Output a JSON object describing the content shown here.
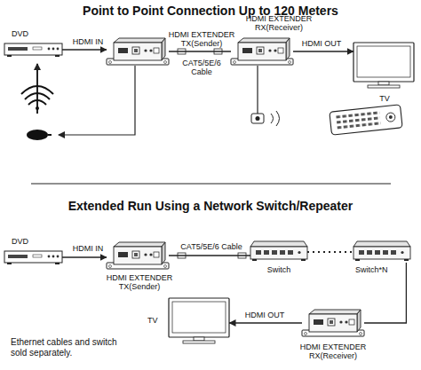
{
  "diagram": {
    "title": "Point to Point Connection Up to 120 Meters",
    "nodes": [
      {
        "text": [
          "DVD"
        ]
      },
      {
        "text": [
          "HDMI EXTENDER TX(Sender)"
        ]
      },
      {
        "text": [
          "HDMI EXTENDER RX(Receiver)"
        ]
      },
      {
        "text": [
          "TV"
        ]
      },
      {
        "text": [
          "DVD"
        ]
      },
      {
        "text": [
          "HDMI EXTENDER TX(Sender)"
        ]
      },
      {
        "text": [
          "Switch"
        ]
      },
      {
        "text": [
          "Switch*N"
        ]
      },
      {
        "text": [
          "HDMI EXTENDER RX(Receiver)"
        ]
      },
      {
        "text": [
          "TV"
        ]
      }
    ],
    "edges": [
      {
        "from": 0,
        "to": 1,
        "label": "HDMI IN",
        "arrow": "to"
      },
      {
        "from": 1,
        "to": 2,
        "label": "CAT5/5E/6 Cable",
        "arrow": "none"
      },
      {
        "from": 2,
        "to": 3,
        "label": "HDMI OUT",
        "arrow": "to"
      },
      {
        "from": 4,
        "to": 5,
        "label": "HDMI IN",
        "arrow": "to"
      },
      {
        "from": 5,
        "to": 6,
        "label": "CAT5/5E/6 Cable",
        "arrow": "none"
      },
      {
        "from": 6,
        "to": 7,
        "arrow": "none"
      },
      {
        "from": 7,
        "to": 8,
        "arrow": "none"
      },
      {
        "from": 8,
        "to": 9,
        "label": "HDMI OUT",
        "arrow": "to"
      }
    ],
    "labels": [
      "Extended Run Using a Network Switch/Repeater",
      "Ethernet cables and switch sold separately."
    ]
  }
}
